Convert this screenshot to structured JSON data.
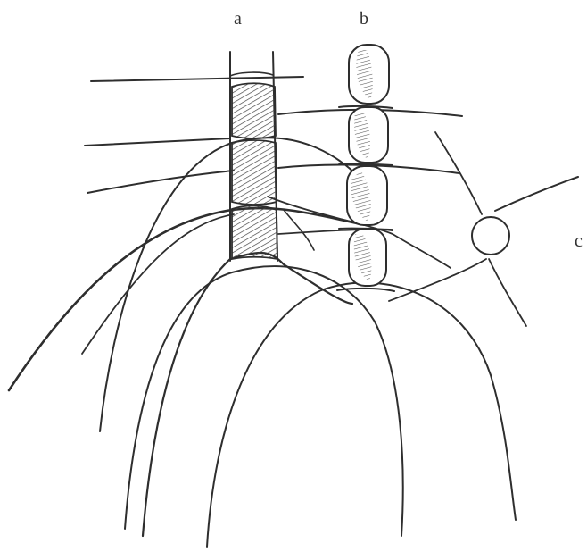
{
  "labels": {
    "a": "a",
    "b": "b",
    "c": "c"
  },
  "colors": {
    "ink": "#2e2e2e",
    "background": "#ffffff"
  }
}
